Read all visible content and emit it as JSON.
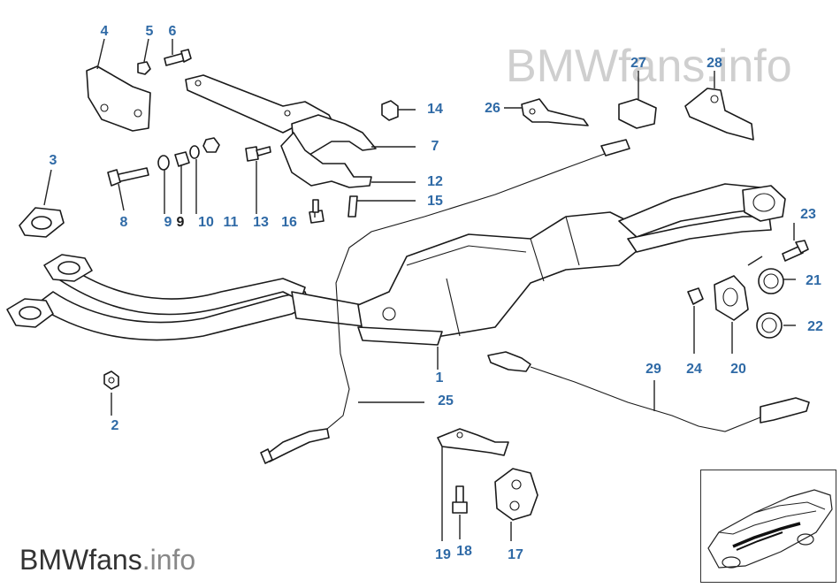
{
  "watermark": {
    "brand": "BMWfans",
    "suffix": ".info"
  },
  "callouts": [
    {
      "id": "c1",
      "text": "1"
    },
    {
      "id": "c2",
      "text": "2"
    },
    {
      "id": "c3",
      "text": "3"
    },
    {
      "id": "c4",
      "text": "4"
    },
    {
      "id": "c5",
      "text": "5"
    },
    {
      "id": "c6",
      "text": "6"
    },
    {
      "id": "c7",
      "text": "7"
    },
    {
      "id": "c8",
      "text": "8"
    },
    {
      "id": "c9",
      "text": "9"
    },
    {
      "id": "c9b",
      "text": "9"
    },
    {
      "id": "c10",
      "text": "10"
    },
    {
      "id": "c11",
      "text": "11"
    },
    {
      "id": "c12",
      "text": "12"
    },
    {
      "id": "c13",
      "text": "13"
    },
    {
      "id": "c14",
      "text": "14"
    },
    {
      "id": "c15",
      "text": "15"
    },
    {
      "id": "c16",
      "text": "16"
    },
    {
      "id": "c17",
      "text": "17"
    },
    {
      "id": "c18",
      "text": "18"
    },
    {
      "id": "c19",
      "text": "19"
    },
    {
      "id": "c20",
      "text": "20"
    },
    {
      "id": "c21",
      "text": "21"
    },
    {
      "id": "c22",
      "text": "22"
    },
    {
      "id": "c23",
      "text": "23"
    },
    {
      "id": "c24",
      "text": "24"
    },
    {
      "id": "c25",
      "text": "25"
    },
    {
      "id": "c26",
      "text": "26"
    },
    {
      "id": "c27",
      "text": "27"
    },
    {
      "id": "c28",
      "text": "28"
    },
    {
      "id": "c29",
      "text": "29"
    }
  ],
  "colors": {
    "callout": "#2f6aa6",
    "line": "#1a1a1a",
    "watermark": "#cfcfcf"
  }
}
